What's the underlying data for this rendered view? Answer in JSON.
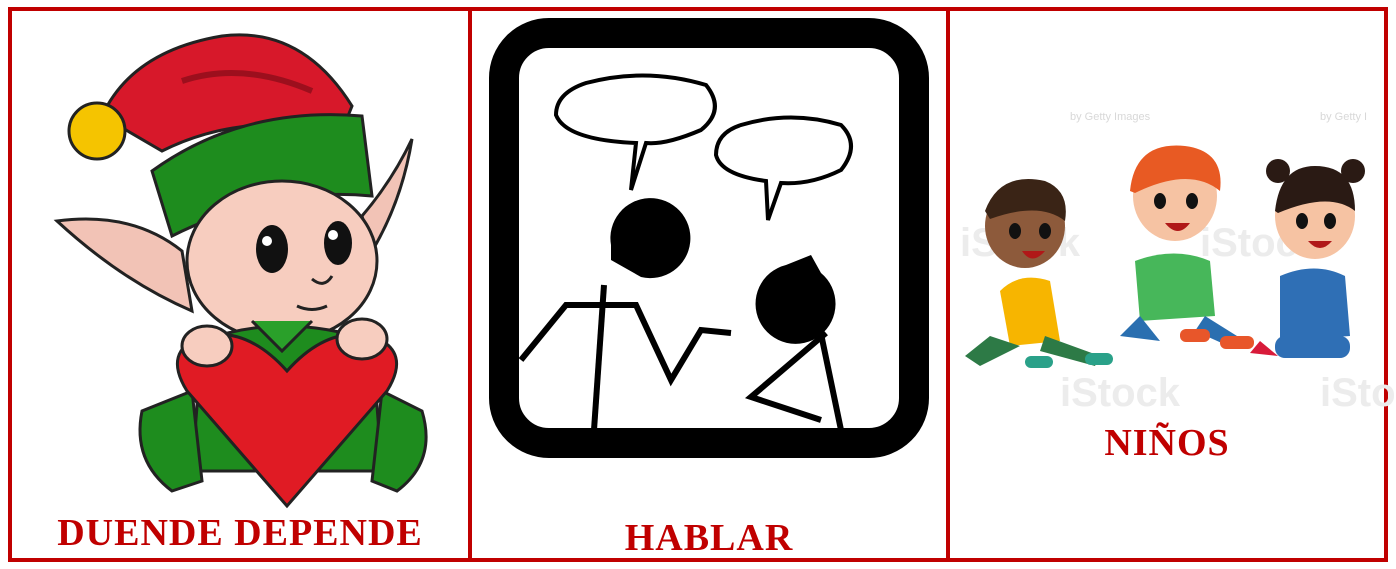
{
  "cards": [
    {
      "label": "DUENDE DEPENDE",
      "icon": "elf-with-heart-icon"
    },
    {
      "label": "HABLAR",
      "icon": "two-people-talking-icon"
    },
    {
      "label": "NIÑOS",
      "icon": "children-sitting-icon",
      "watermarks": [
        "by Getty Images",
        "by Getty I",
        "iStock",
        "iStock",
        "iStock",
        "iSto"
      ]
    }
  ],
  "colors": {
    "border": "#c00000",
    "label": "#c00000"
  }
}
